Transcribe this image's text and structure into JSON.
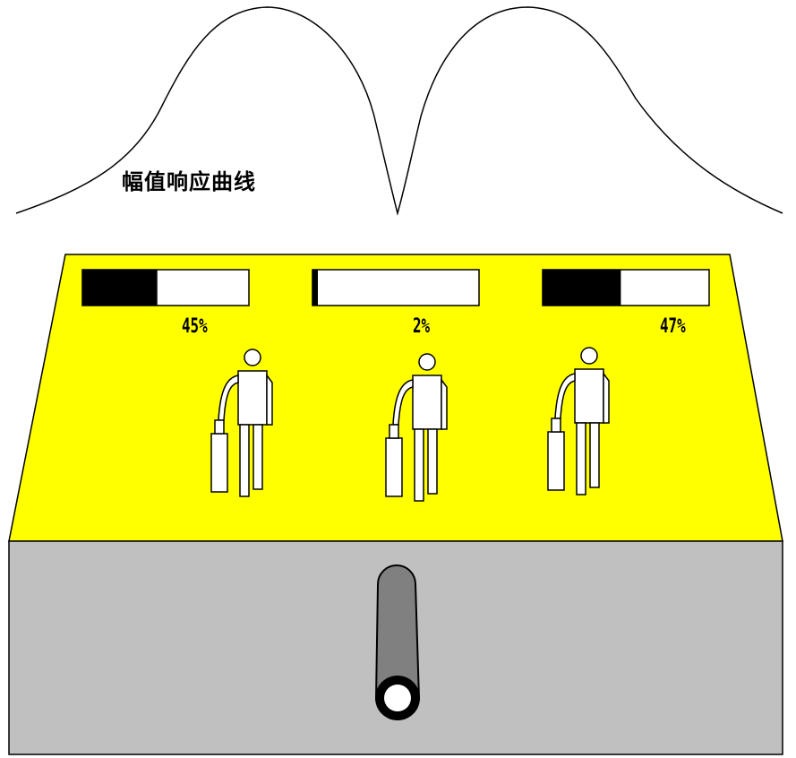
{
  "curve": {
    "label": "幅值响应曲线"
  },
  "station": {
    "colors": {
      "top": "#ffff00",
      "front": "#c0c0c0",
      "outline": "#000000",
      "pipe": "#808080"
    },
    "gauges": [
      {
        "value_text": "45%",
        "level": 0.45
      },
      {
        "value_text": "2%",
        "level": 0.02
      },
      {
        "value_text": "47%",
        "level": 0.47
      }
    ],
    "workers_icon": "firefighter-with-extinguisher-icon",
    "pipe_icon": "vertical-pipe-icon"
  }
}
